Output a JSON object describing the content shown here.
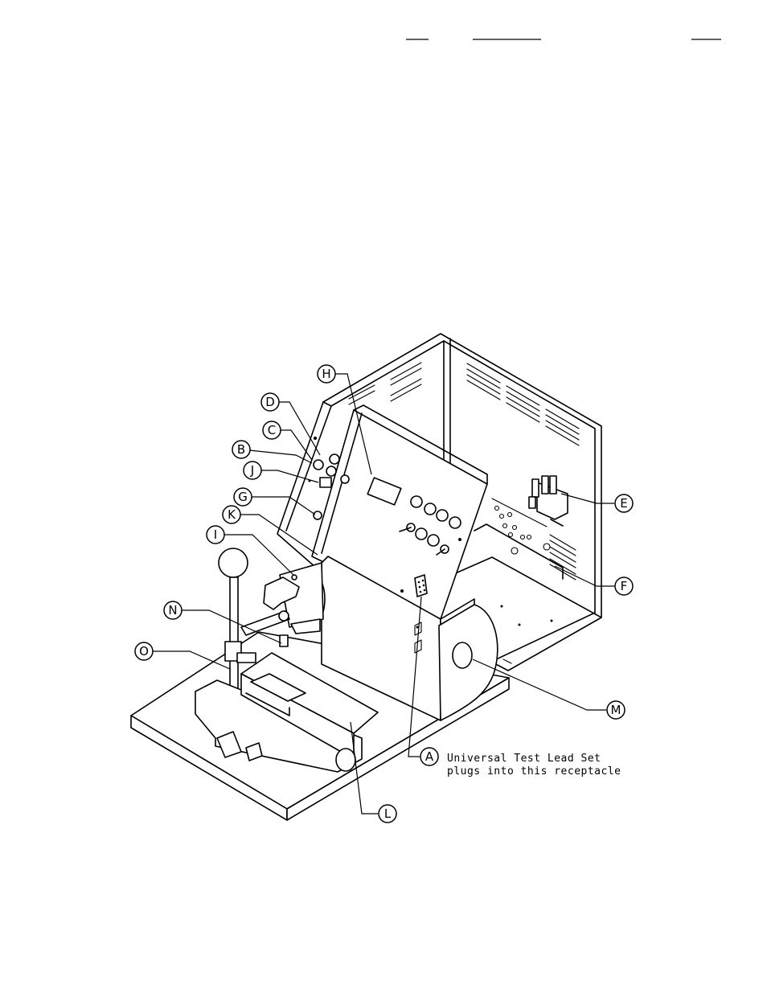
{
  "callouts": {
    "A": "A",
    "B": "B",
    "C": "C",
    "D": "D",
    "E": "E",
    "F": "F",
    "G": "G",
    "H": "H",
    "I": "I",
    "J": "J",
    "K": "K",
    "L": "L",
    "M": "M",
    "N": "N",
    "O": "O"
  },
  "note": {
    "line1": "Universal Test Lead Set",
    "line2": "plugs into this receptacle"
  },
  "colors": {
    "ink": "#000000",
    "paper": "#ffffff"
  }
}
